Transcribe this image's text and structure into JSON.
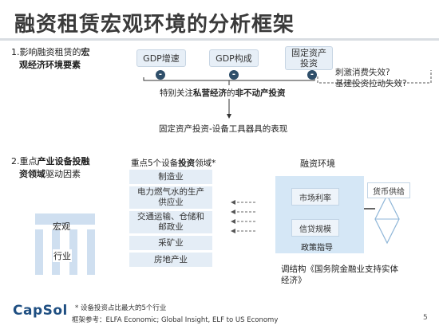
{
  "title": "融资租赁宏观环境的分析框架",
  "section1": {
    "number": "1.",
    "line1_plain": "影响融资租赁的",
    "line1_bold": "宏",
    "line2_bold": "观经济环境要素"
  },
  "gdp_boxes": [
    {
      "label": "GDP增速"
    },
    {
      "label": "GDP构成"
    },
    {
      "label": "固定资产投资"
    }
  ],
  "minus_sign": "-",
  "focus_line": {
    "plain": "特别关注",
    "bold1": "私营经济",
    "plain2": "的",
    "bold2": "非不动产投资"
  },
  "side_note": {
    "line1": "刺激消费失效?",
    "line2": "基建投资拉动失效?"
  },
  "manifestation": "固定资产投资-设备工具器具的表现",
  "section2": {
    "number": "2.",
    "line1_plain": "重点",
    "line1_bold": "产业设备投融",
    "line2_bold": "资领域",
    "line2_plain": "驱动因素"
  },
  "fields_header": {
    "plain": "重点5个设备",
    "bold": "投资",
    "plain2": "领域*"
  },
  "fields": [
    "制造业",
    "电力燃气水的生产供应业",
    "交通运输、仓储和邮政业",
    "采矿业",
    "房地产业"
  ],
  "macro": {
    "top": "宏观",
    "bottom": "行业"
  },
  "env": {
    "header": "融资环境",
    "inner": [
      "市场利率",
      "信贷规模"
    ],
    "policy": "政策指导",
    "money_supply": "货币供给",
    "restructure": "调结构《国务院金融业支持实体经济》"
  },
  "footer": {
    "note": "* 设备投资占比最大的5个行业",
    "reference": "框架参考：ELFA Economic; Global Insight, ELF to US Economy"
  },
  "logo": "CapSol",
  "page_number": "5",
  "colors": {
    "navy": "#1f4f82",
    "dark": "#2f4f6a",
    "light_blue": "#e4edf6",
    "pillar_blue": "#cfdff0",
    "env_blue": "#d5e7f6"
  }
}
